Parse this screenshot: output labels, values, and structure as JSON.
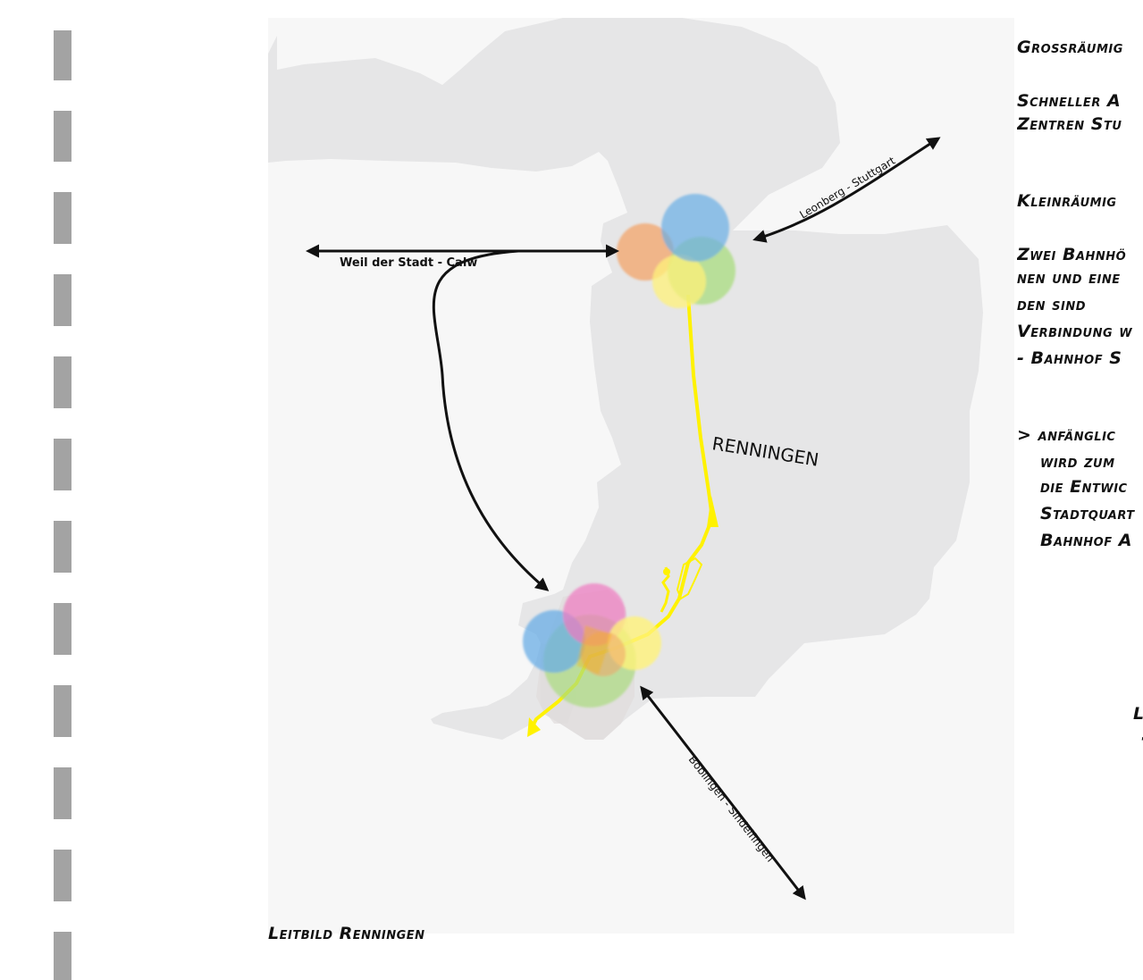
{
  "colors": {
    "background": "#ffffff",
    "map_panel": "#f7f7f7",
    "town_area": "#e6e6e7",
    "dash_bars": "#a3a3a3",
    "rail": "#fff200",
    "arrows": "#111111",
    "blob_blue": "#6aaee6",
    "blob_orange": "#f3a46a",
    "blob_green": "#a9dc7d",
    "blob_yellow": "#fff27a",
    "blob_pink": "#ef7cc0"
  },
  "map": {
    "arrow_west_label": "Weil der Stadt - Calw",
    "arrow_northeast_label": "Leonberg - Stuttgart",
    "arrow_southeast_label": "Böblingen - Sindelfingen",
    "town_label": "RENNINGEN"
  },
  "caption": "Leitbild Renningen",
  "notes": {
    "heading_1": "Grossräumig",
    "text_1_line_1": "Schneller A",
    "text_1_line_2": "Zentren Stu",
    "heading_2": "Kleinräumig",
    "text_2_line_1": "Zwei Bahnhö",
    "text_2_line_2": "nen und eine",
    "text_2_line_3": "den sind",
    "text_2_line_4": "Verbindung w",
    "text_2_line_5": "- Bahnhof S",
    "text_3_line_1": ">  anfänglic",
    "text_3_line_2": "wird zum",
    "text_3_line_3": "die Entwic",
    "text_3_line_4": "Stadtquart",
    "text_3_line_5": "Bahnhof A",
    "fragment_1": "L",
    "fragment_2": "·"
  }
}
